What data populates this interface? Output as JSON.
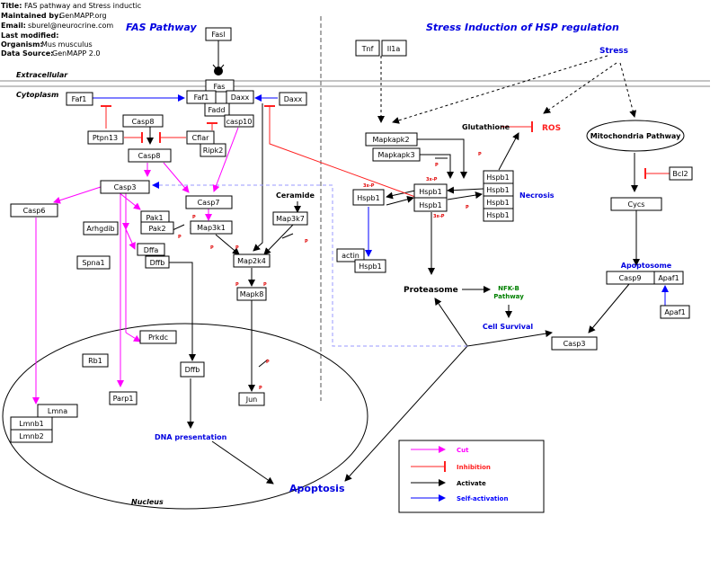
{
  "header": {
    "title_label": "Title:",
    "title_value": "FAS pathway and Stress inductic",
    "maint_label": "Maintained by:",
    "maint_value": "GenMAPP.org",
    "email_label": "Email:",
    "email_value": "sburel@neurocrine.com",
    "modified_label": "Last modified:",
    "organism_label": "Organism:",
    "organism_value": "Mus musculus",
    "source_label": "Data Source:",
    "source_value": "GenMAPP 2.0"
  },
  "titles": {
    "left": "FAS Pathway",
    "right": "Stress Induction of HSP regulation"
  },
  "regions": {
    "extracellular": "Extracellular",
    "cytoplasm": "Cytoplasm",
    "nucleus": "Nucleus"
  },
  "genes": {
    "fasl": "Fasl",
    "fas": "Fas",
    "faf1_a": "Faf1",
    "faf1_b": "Faf1",
    "daxx_a": "Daxx",
    "daxx_b": "Daxx",
    "fadd": "Fadd",
    "casp10": "casp10",
    "casp8_a": "Casp8",
    "casp8_b": "Casp8",
    "ptpn13": "Ptpn13",
    "cflar": "Cflar",
    "ripk2": "Ripk2",
    "casp3_a": "Casp3",
    "casp6": "Casp6",
    "casp7": "Casp7",
    "pak1": "Pak1",
    "pak2": "Pak2",
    "arhgdib": "Arhgdib",
    "map3k1": "Map3k1",
    "map3k7": "Map3k7",
    "dffa": "Dffa",
    "dffb_a": "Dffb",
    "spna1": "Spna1",
    "map2k4": "Map2k4",
    "mapk8": "Mapk8",
    "prkdc": "Prkdc",
    "rb1": "Rb1",
    "dffb_b": "Dffb",
    "parp1": "Parp1",
    "jun": "Jun",
    "lmna": "Lmna",
    "lmnb1": "Lmnb1",
    "lmnb2": "Lmnb2",
    "tnf": "Tnf",
    "il1a": "Il1a",
    "mapkapk2": "Mapkapk2",
    "mapkapk3": "Mapkapk3",
    "hspb1_a": "Hspb1",
    "hspb1_b": "Hspb1",
    "hspb1_c": "Hspb1",
    "hspb1_d": "Hspb1",
    "hspb1_e": "Hspb1",
    "hspb1_f": "Hspb1",
    "hspb1_g": "Hspb1",
    "hspb1_h": "Hspb1",
    "actin": "actin",
    "bcl2": "Bcl2",
    "cycs": "Cycs",
    "casp9": "Casp9",
    "apaf1_a": "Apaf1",
    "apaf1_b": "Apaf1",
    "casp3_b": "Casp3"
  },
  "labels": {
    "ceramide": "Ceramide",
    "stress": "Stress",
    "glutathione": "Glutathione",
    "ros": "ROS",
    "mito": "Mitochondria Pathway",
    "necrosis": "Necrosis",
    "proteasome": "Proteasome",
    "nfkb": "NFK-B",
    "nfkb_pathway": "Pathway",
    "cell_survival": "Cell Survival",
    "apoptosome": "Apoptosome",
    "dna_presentation": "DNA presentation",
    "apoptosis": "Apoptosis",
    "p": "P",
    "three_p": "3x-P"
  },
  "legend": {
    "cut": "Cut",
    "inhibition": "Inhibition",
    "activate": "Activate",
    "self_activation": "Self-activation"
  },
  "colors": {
    "cut": "#ff00ff",
    "inhibition": "#ff2020",
    "activate": "#000000",
    "self_activation": "#0000ff",
    "title": "#0000e0",
    "nfkb": "#008000"
  }
}
